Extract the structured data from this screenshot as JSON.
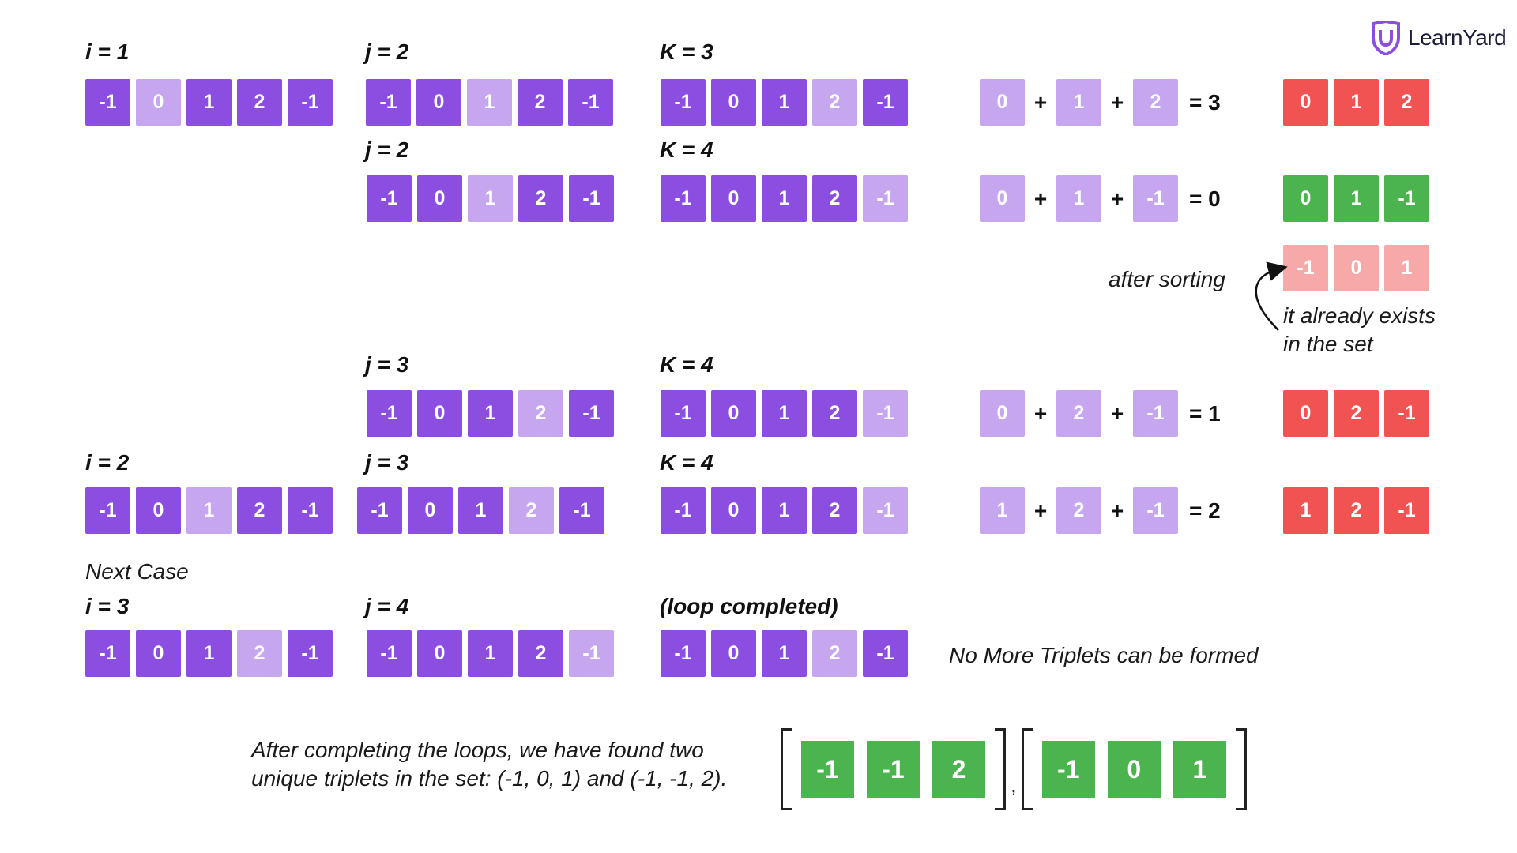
{
  "brand": {
    "name": "LearnYard",
    "icon": "shield-u-icon",
    "accent": "#8b4ee0"
  },
  "colors": {
    "purple": "#8b4ee0",
    "light_purple": "#c6a6ef",
    "red": "#f15252",
    "pink": "#f7a9a9",
    "green": "#4cb44e"
  },
  "labels": {
    "i1": "i = 1",
    "j2a": "j = 2",
    "k3": "K = 3",
    "j2b": "j = 2",
    "k4a": "K = 4",
    "j3a": "j = 3",
    "k4b": "K = 4",
    "i2": "i = 2",
    "j3b": "j = 3",
    "k4c": "K = 4",
    "next_case": "Next Case",
    "i3": "i = 3",
    "j4": "j = 4",
    "loop_completed": "(loop completed)"
  },
  "arrays": {
    "i1": [
      [
        "-1",
        "p"
      ],
      [
        "0",
        "l"
      ],
      [
        "1",
        "p"
      ],
      [
        "2",
        "p"
      ],
      [
        "-1",
        "p"
      ]
    ],
    "j2a": [
      [
        "-1",
        "p"
      ],
      [
        "0",
        "p"
      ],
      [
        "1",
        "l"
      ],
      [
        "2",
        "p"
      ],
      [
        "-1",
        "p"
      ]
    ],
    "k3": [
      [
        "-1",
        "p"
      ],
      [
        "0",
        "p"
      ],
      [
        "1",
        "p"
      ],
      [
        "2",
        "l"
      ],
      [
        "-1",
        "p"
      ]
    ],
    "j2b": [
      [
        "-1",
        "p"
      ],
      [
        "0",
        "p"
      ],
      [
        "1",
        "l"
      ],
      [
        "2",
        "p"
      ],
      [
        "-1",
        "p"
      ]
    ],
    "k4a": [
      [
        "-1",
        "p"
      ],
      [
        "0",
        "p"
      ],
      [
        "1",
        "p"
      ],
      [
        "2",
        "p"
      ],
      [
        "-1",
        "l"
      ]
    ],
    "j3a": [
      [
        "-1",
        "p"
      ],
      [
        "0",
        "p"
      ],
      [
        "1",
        "p"
      ],
      [
        "2",
        "l"
      ],
      [
        "-1",
        "p"
      ]
    ],
    "k4b": [
      [
        "-1",
        "p"
      ],
      [
        "0",
        "p"
      ],
      [
        "1",
        "p"
      ],
      [
        "2",
        "p"
      ],
      [
        "-1",
        "l"
      ]
    ],
    "i2": [
      [
        "-1",
        "p"
      ],
      [
        "0",
        "p"
      ],
      [
        "1",
        "l"
      ],
      [
        "2",
        "p"
      ],
      [
        "-1",
        "p"
      ]
    ],
    "j3b": [
      [
        "-1",
        "p"
      ],
      [
        "0",
        "p"
      ],
      [
        "1",
        "p"
      ],
      [
        "2",
        "l"
      ],
      [
        "-1",
        "p"
      ]
    ],
    "k4c": [
      [
        "-1",
        "p"
      ],
      [
        "0",
        "p"
      ],
      [
        "1",
        "p"
      ],
      [
        "2",
        "p"
      ],
      [
        "-1",
        "l"
      ]
    ],
    "i3": [
      [
        "-1",
        "p"
      ],
      [
        "0",
        "p"
      ],
      [
        "1",
        "p"
      ],
      [
        "2",
        "l"
      ],
      [
        "-1",
        "p"
      ]
    ],
    "j4": [
      [
        "-1",
        "p"
      ],
      [
        "0",
        "p"
      ],
      [
        "1",
        "p"
      ],
      [
        "2",
        "p"
      ],
      [
        "-1",
        "l"
      ]
    ],
    "done": [
      [
        "-1",
        "p"
      ],
      [
        "0",
        "p"
      ],
      [
        "1",
        "p"
      ],
      [
        "2",
        "l"
      ],
      [
        "-1",
        "p"
      ]
    ]
  },
  "sums": {
    "s1": {
      "terms": [
        "0",
        "1",
        "2"
      ],
      "result": "= 3"
    },
    "s2": {
      "terms": [
        "0",
        "1",
        "-1"
      ],
      "result": "= 0"
    },
    "s3": {
      "terms": [
        "0",
        "2",
        "-1"
      ],
      "result": "= 1"
    },
    "s4": {
      "terms": [
        "1",
        "2",
        "-1"
      ],
      "result": "= 2"
    }
  },
  "operator": "+",
  "triplets": {
    "t1": [
      [
        "0",
        "r"
      ],
      [
        "1",
        "r"
      ],
      [
        "2",
        "r"
      ]
    ],
    "t2": [
      [
        "0",
        "g"
      ],
      [
        "1",
        "g"
      ],
      [
        "-1",
        "g"
      ]
    ],
    "sorted": [
      [
        "-1",
        "pk"
      ],
      [
        "0",
        "pk"
      ],
      [
        "1",
        "pk"
      ]
    ],
    "t3": [
      [
        "0",
        "r"
      ],
      [
        "2",
        "r"
      ],
      [
        "-1",
        "r"
      ]
    ],
    "t4": [
      [
        "1",
        "r"
      ],
      [
        "2",
        "r"
      ],
      [
        "-1",
        "r"
      ]
    ]
  },
  "notes": {
    "after_sorting": "after sorting",
    "already_exists_1": "it already exists",
    "already_exists_2": "in the set",
    "no_more": "No More Triplets can be formed",
    "summary_1": "After completing the loops, we have found two",
    "summary_2": "unique triplets in the set: (-1, 0, 1) and (-1, -1, 2)."
  },
  "final": {
    "first": [
      "-1",
      "-1",
      "2"
    ],
    "separator": ",",
    "second": [
      "-1",
      "0",
      "1"
    ]
  }
}
